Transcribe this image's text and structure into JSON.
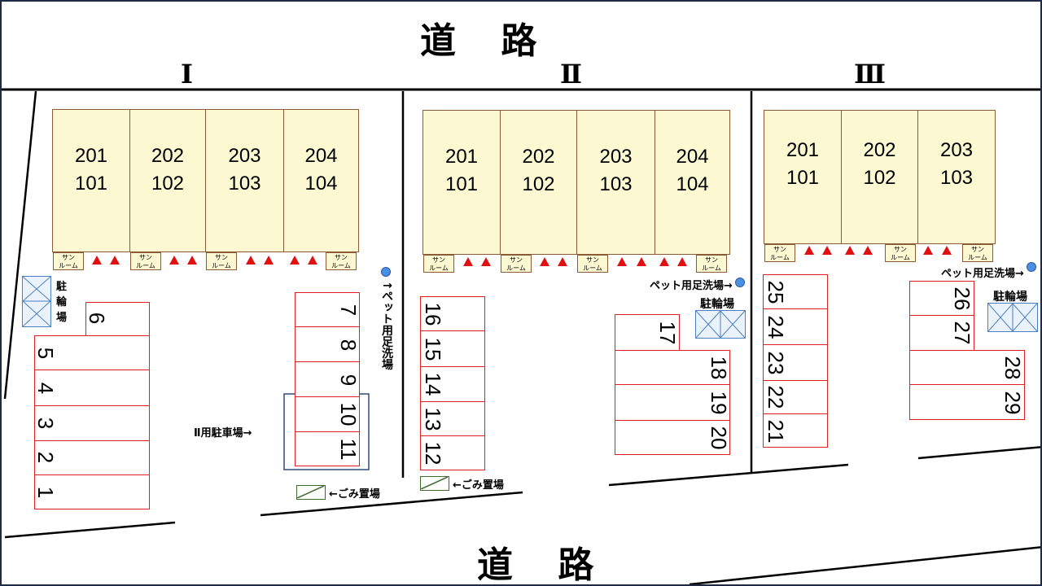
{
  "roads": {
    "top": "道 路",
    "bottom": "道 路"
  },
  "blocks": [
    {
      "label": "Ⅰ",
      "units": [
        [
          "201",
          "101"
        ],
        [
          "202",
          "102"
        ],
        [
          "203",
          "103"
        ],
        [
          "204",
          "104"
        ]
      ]
    },
    {
      "label": "Ⅱ",
      "units": [
        [
          "201",
          "101"
        ],
        [
          "202",
          "102"
        ],
        [
          "203",
          "103"
        ],
        [
          "204",
          "104"
        ]
      ]
    },
    {
      "label": "Ⅲ",
      "units": [
        [
          "201",
          "101"
        ],
        [
          "202",
          "102"
        ],
        [
          "203",
          "103"
        ]
      ]
    }
  ],
  "sunroom": "サン\nルーム",
  "parking": [
    "1",
    "2",
    "3",
    "4",
    "5",
    "6",
    "7",
    "8",
    "9",
    "10",
    "11",
    "12",
    "13",
    "14",
    "15",
    "16",
    "17",
    "18",
    "19",
    "20",
    "21",
    "22",
    "23",
    "24",
    "25",
    "26",
    "27",
    "28",
    "29"
  ],
  "labels": {
    "bicycle_vertical": "駐\n輪\n場",
    "bicycle": "駐輪場",
    "pet_wash_vertical": "↑ペット用足洗場",
    "pet_wash_right": "ペット用足洗場→",
    "block2_parking": "Ⅱ用駐車場→",
    "trash": "←ごみ置場"
  },
  "colors": {
    "building": "#fbf8d2",
    "building_border": "#8b5a36",
    "parking_border": "#e02020",
    "road_line": "#000000",
    "pet_dot": "#4a90e2",
    "trash_border": "#3e6b2e",
    "highlight_box": "#2e4a7a"
  }
}
